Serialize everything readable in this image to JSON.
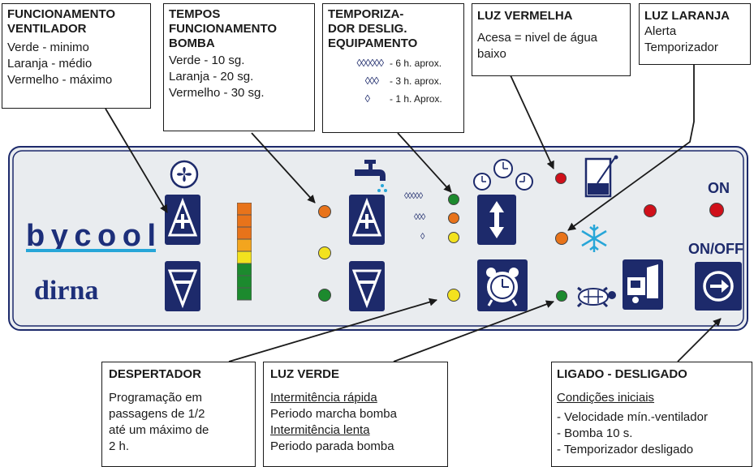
{
  "callouts": {
    "ventilador": {
      "title1": "FUNCIONAMENTO",
      "title2": "VENTILADOR",
      "lines": [
        "Verde - minimo",
        "Laranja - médio",
        "Vermelho - máximo"
      ]
    },
    "bomba": {
      "title1": "TEMPOS",
      "title2": "FUNCIONAMENTO",
      "title3": "BOMBA",
      "lines": [
        "Verde - 10 sg.",
        "Laranja - 20 sg.",
        "Vermelho - 30 sg."
      ]
    },
    "temporizador": {
      "title1": "TEMPORIZA-",
      "title2": "DOR DESLIG.",
      "title3": "EQUIPAMENTO",
      "rows": [
        {
          "symbol": "◊◊◊◊◊◊",
          "text": "- 6 h. aprox."
        },
        {
          "symbol": "◊◊◊",
          "text": "- 3 h. aprox."
        },
        {
          "symbol": "◊",
          "text": "- 1 h. Aprox."
        }
      ]
    },
    "luz_vermelha": {
      "title": "LUZ VERMELHA",
      "line1": "Acesa = nivel de água",
      "line2": "baixo"
    },
    "luz_laranja": {
      "title": "LUZ LARANJA",
      "line1": "Alerta",
      "line2": "Temporizador"
    },
    "despertador": {
      "title": "DESPERTADOR",
      "lines": [
        "Programação em",
        "passagens de 1/2",
        "até um máximo de",
        "2 h."
      ]
    },
    "luz_verde": {
      "title": "LUZ VERDE",
      "l1": "Intermitência rápida",
      "l2": "Periodo marcha bomba",
      "l3": "Intermitência lenta",
      "l4": "Periodo parada bomba"
    },
    "ligado": {
      "title": "LIGADO - DESLIGADO",
      "subtitle": "Condições iniciais",
      "lines": [
        "- Velocidade mín.-ventilador",
        "- Bomba 10 s.",
        "- Temporizador desligado"
      ]
    }
  },
  "panel": {
    "brand": "bycool",
    "model": "dirna",
    "on_label": "ON",
    "onoff_label": "ON/OFF",
    "timer_symbols": [
      "◊◊◊◊◊",
      "◊◊◊",
      "◊"
    ]
  },
  "colors": {
    "navy": "#1d2a6b",
    "panel_bg": "#e9ecef",
    "led_red": "#d0101a",
    "led_orange": "#e8731a",
    "led_yellow": "#f3e21e",
    "led_green": "#1c8a2e",
    "brand_blue": "#1d2f7a",
    "brand_cyan": "#27a6d8"
  },
  "icons": [
    "fan-icon",
    "tap-icon",
    "clock-icon",
    "alarm-clock-icon",
    "tank-icon",
    "snowflake-icon",
    "turtle-icon",
    "truck-icon",
    "power-arrow-icon",
    "plus-triangle-icon",
    "minus-triangle-icon",
    "up-down-arrow-icon"
  ]
}
